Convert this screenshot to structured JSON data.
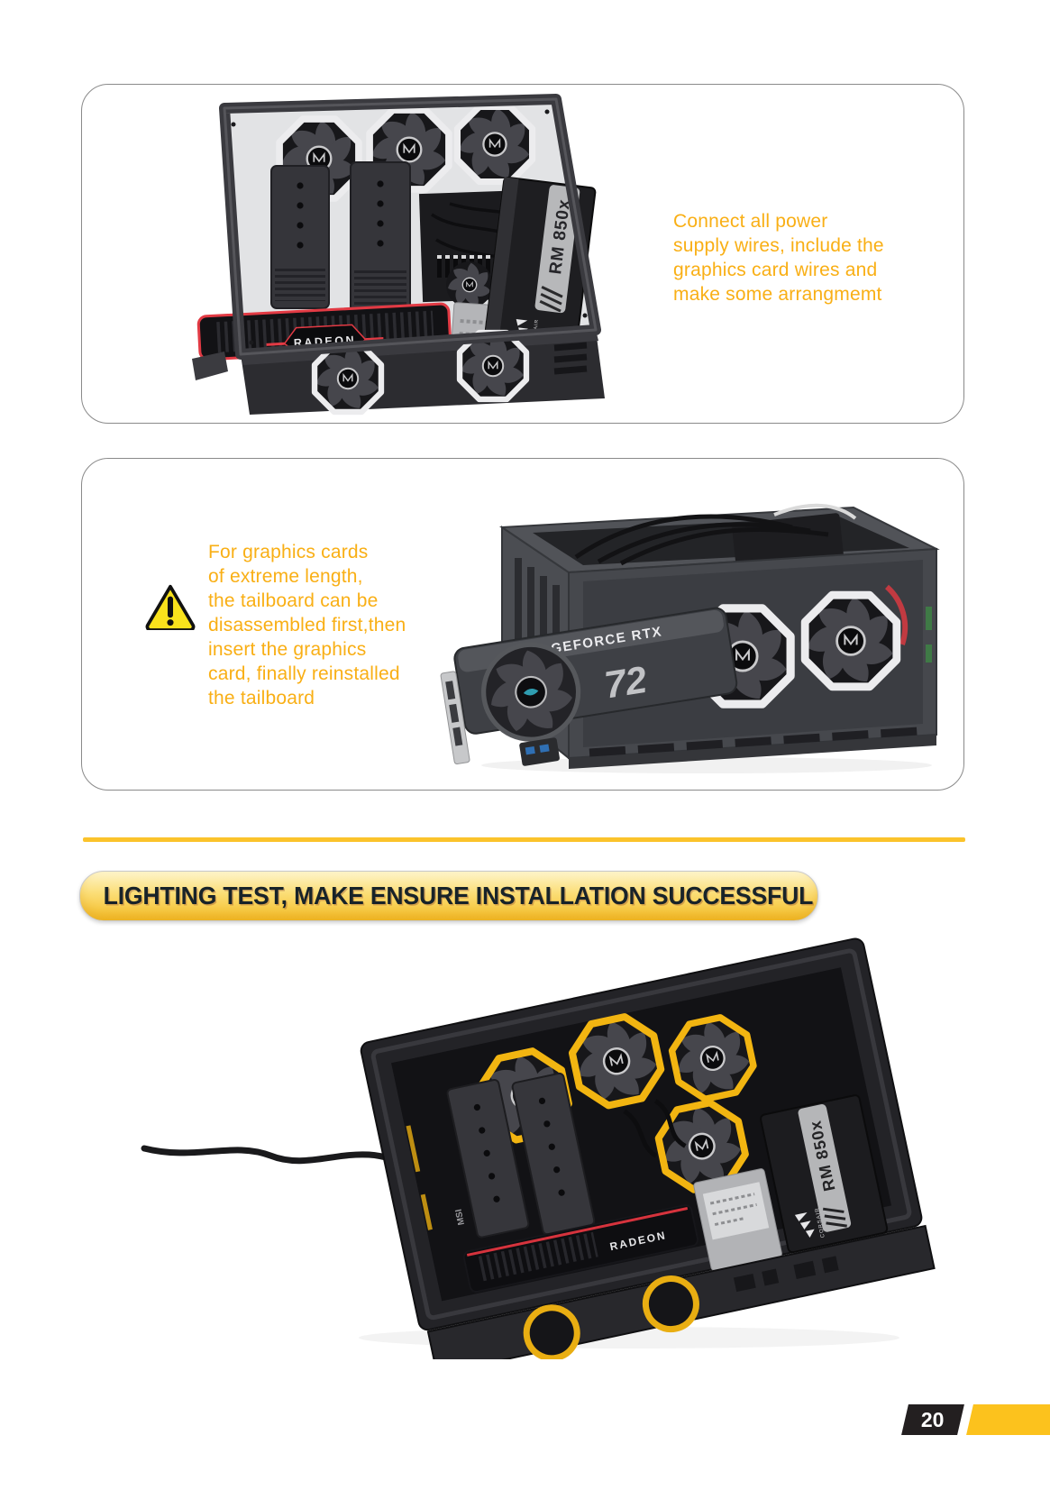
{
  "page": {
    "number": "20"
  },
  "colors": {
    "accent_text": "#F9AF15",
    "divider": "#FBC32B",
    "banner_gradient_top": "#FEF5CB",
    "banner_gradient_bottom": "#F5BE27",
    "banner_text": "#182329",
    "badge_black": "#231F20",
    "badge_yellow": "#FCC21D",
    "panel_border": "#8A8A8A",
    "fan_ring_white": "#ECECEE",
    "fan_ring_yellow": "#F2B511",
    "gpu_accent_red": "#E23A44"
  },
  "panel_power": {
    "note": "Connect all power\nsupply wires, include the\ngraphics card wires and\nmake some arrangmemt",
    "photo": {
      "gpu_label": "RADEON",
      "psu_label": "RM 850x",
      "psu_brand": "CORSAIR"
    }
  },
  "panel_gpu": {
    "note": "For graphics cards\nof extreme length,\nthe tailboard can be\ndisassembled first,then\ninsert the graphics\ncard, finally reinstalled\nthe tailboard",
    "photo": {
      "gpu_label": "GEFORCE RTX",
      "gpu_digits": "72"
    }
  },
  "banner": {
    "label": "LIGHTING TEST, MAKE ENSURE INSTALLATION SUCCESSFUL"
  },
  "panel_lighting": {
    "photo": {
      "gpu_label": "RADEON",
      "psu_label": "RM 850x",
      "psu_brand": "CORSAIR",
      "mobo_label": "MSI"
    }
  }
}
